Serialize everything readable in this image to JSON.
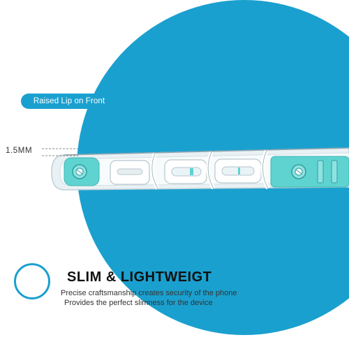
{
  "callout": {
    "label": "Raised Lip on Front"
  },
  "measurement": {
    "label": "1.5MM"
  },
  "feature": {
    "icon": "compress-arrows-icon",
    "title": "SLIM & LIGHTWEIGT",
    "description_line1": "Precise craftsmanship creates security of the phone",
    "description_line2": "Provides the perfect slimness for the device"
  },
  "colors": {
    "accent": "#1aa0cf",
    "background_circle": "#1aa0cf",
    "case_tint": "#5fd3d0"
  }
}
